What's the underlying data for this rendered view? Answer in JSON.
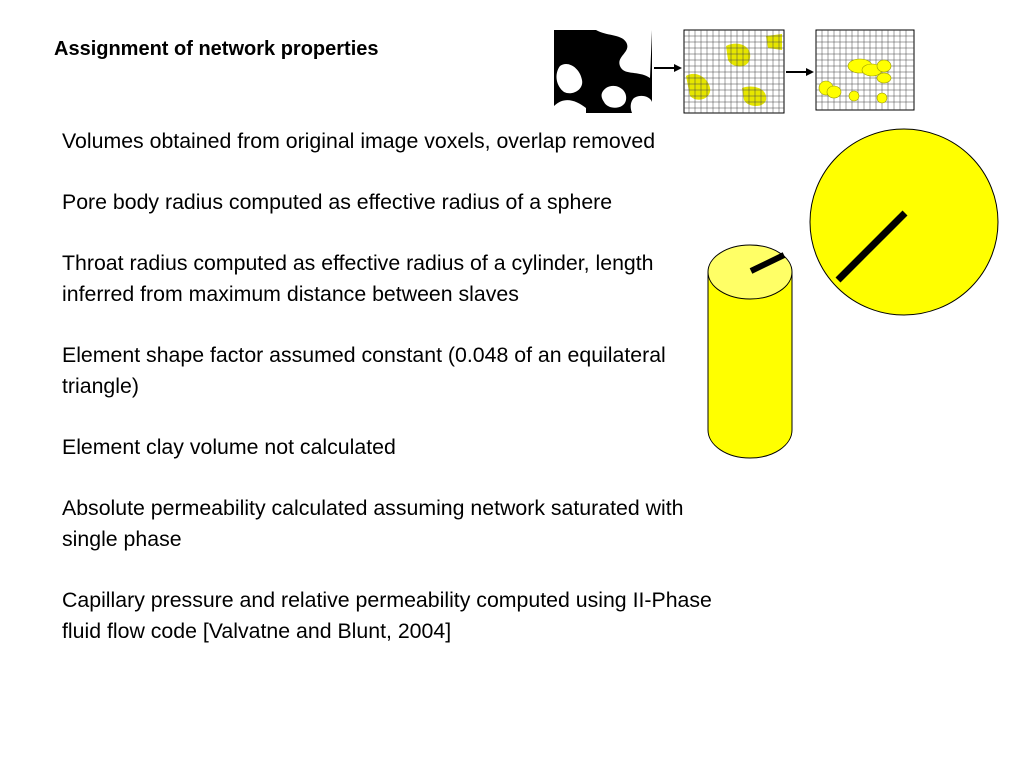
{
  "slide": {
    "title": "Assignment of network properties",
    "bullets": [
      "Volumes obtained from original image voxels, overlap removed",
      "Pore body radius computed as effective radius of a sphere",
      "Throat radius computed as effective radius of a cylinder, length inferred from maximum distance between slaves",
      "Element shape factor assumed constant (0.048 of an equilateral triangle)",
      "Element clay volume not calculated",
      "Absolute permeability calculated assuming network saturated with single phase",
      "Capillary pressure and relative permeability computed using II-Phase fluid flow code [Valvatne and Blunt, 2004]"
    ]
  },
  "colors": {
    "accent": "#ffff00",
    "outline": "#000000",
    "background": "#ffffff"
  }
}
